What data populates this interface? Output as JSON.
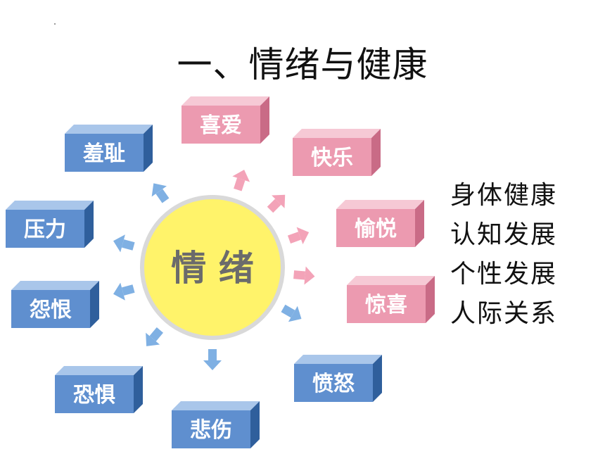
{
  "title": "一、情绪与健康",
  "center": {
    "label": "情 绪",
    "fill": "#fff36a",
    "stroke": "#d9d9d9"
  },
  "colors": {
    "pink_front": "#ec9ab0",
    "pink_top": "#f6c9d5",
    "pink_side": "#c96b86",
    "blue_front": "#5f8fcf",
    "blue_top": "#a9c6ea",
    "blue_side": "#2f5f9c",
    "arrow_pink": "#f3a3b8",
    "arrow_blue": "#7fb0e3"
  },
  "emotions": [
    {
      "label": "喜爱",
      "tone": "pink"
    },
    {
      "label": "快乐",
      "tone": "pink"
    },
    {
      "label": "愉悦",
      "tone": "pink"
    },
    {
      "label": "惊喜",
      "tone": "pink"
    },
    {
      "label": "愤怒",
      "tone": "blue"
    },
    {
      "label": "悲伤",
      "tone": "blue"
    },
    {
      "label": "恐惧",
      "tone": "blue"
    },
    {
      "label": "怨恨",
      "tone": "blue"
    },
    {
      "label": "压力",
      "tone": "blue"
    },
    {
      "label": "羞耻",
      "tone": "blue"
    }
  ],
  "arrows": [
    {
      "tone": "pink"
    },
    {
      "tone": "pink"
    },
    {
      "tone": "pink"
    },
    {
      "tone": "pink"
    },
    {
      "tone": "blue"
    },
    {
      "tone": "blue"
    },
    {
      "tone": "blue"
    },
    {
      "tone": "blue"
    },
    {
      "tone": "blue"
    },
    {
      "tone": "blue"
    }
  ],
  "side_list": [
    "身体健康",
    "认知发展",
    "个性发展",
    "人际关系"
  ]
}
